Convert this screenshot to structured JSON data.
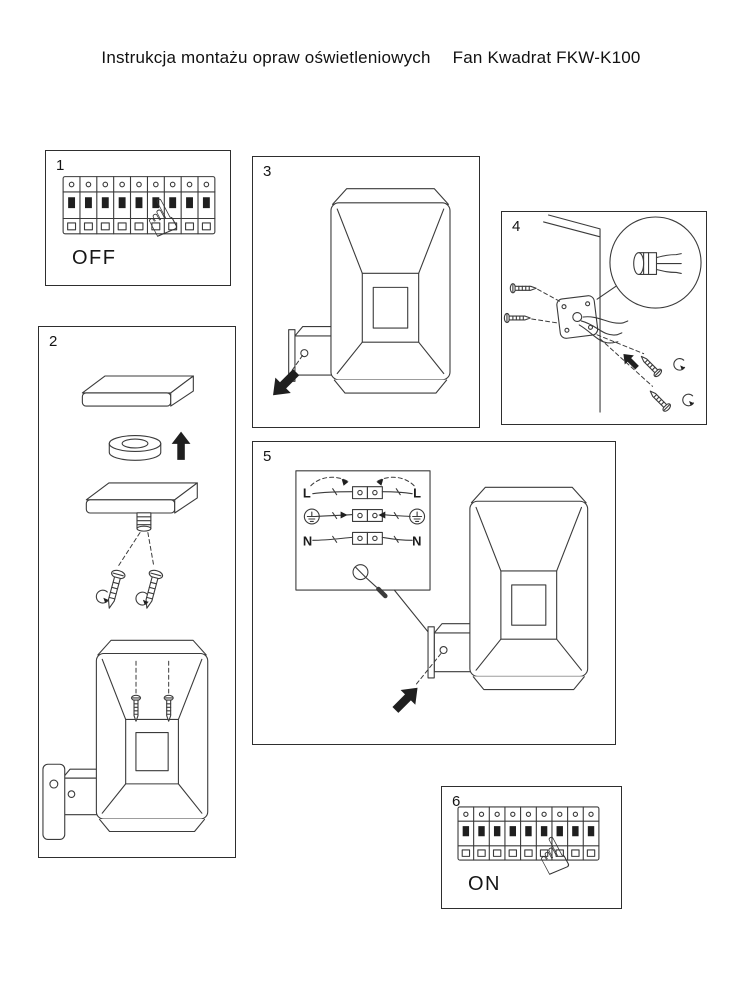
{
  "page": {
    "title": "Instrukcja montażu opraw oświetleniowych",
    "model": "Fan Kwadrat FKW-K100"
  },
  "steps": {
    "s1": {
      "number": "1",
      "label": "OFF"
    },
    "s2": {
      "number": "2"
    },
    "s3": {
      "number": "3"
    },
    "s4": {
      "number": "4"
    },
    "s5": {
      "number": "5"
    },
    "s6": {
      "number": "6",
      "label": "ON"
    }
  },
  "wiring": {
    "l_left": "L",
    "l_right": "L",
    "n_left": "N",
    "n_right": "N"
  },
  "icons": {
    "pointing_hand": "☝"
  },
  "colors": {
    "line": "#3b3b3b",
    "border": "#2e2e2e",
    "arrow_fill": "#1f1f1f"
  }
}
